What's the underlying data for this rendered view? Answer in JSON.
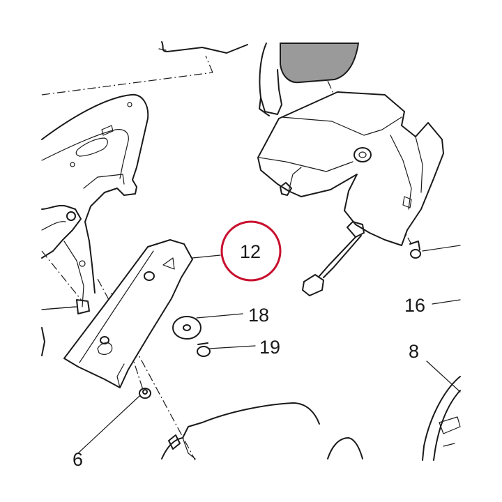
{
  "diagram": {
    "highlight_color": "#c8102e",
    "line_color": "#1a1a1a",
    "callouts": {
      "c12": "12",
      "c18": "18",
      "c19": "19",
      "c16": "16",
      "c8": "8",
      "c6": "6"
    }
  }
}
